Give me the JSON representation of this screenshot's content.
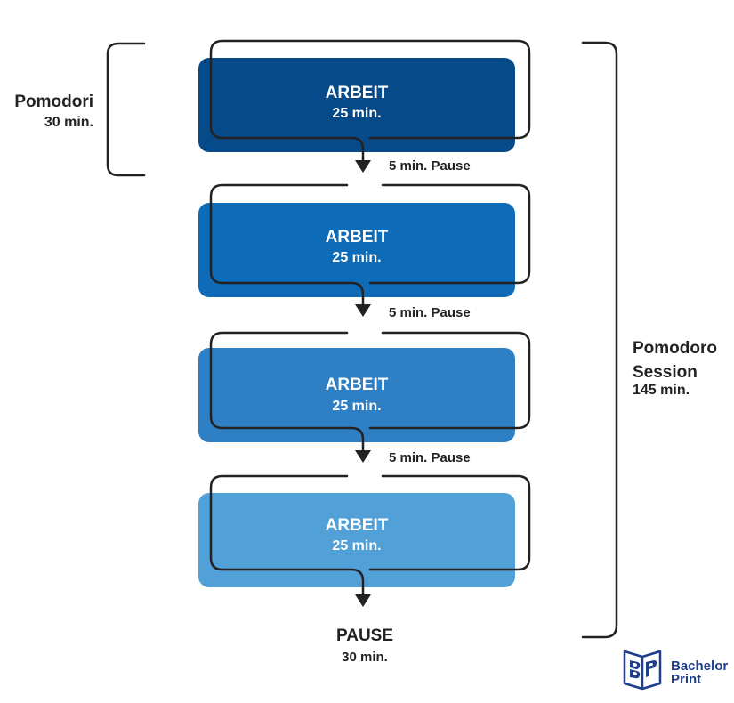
{
  "colors": {
    "box1": "#074a8a",
    "box2": "#0e6bb7",
    "box3": "#2f7fc4",
    "box4": "#52a0d8",
    "line": "#222222",
    "brand": "#1f3f8a"
  },
  "blocks": [
    {
      "label": "ARBEIT",
      "duration": "25 min."
    },
    {
      "label": "ARBEIT",
      "duration": "25 min."
    },
    {
      "label": "ARBEIT",
      "duration": "25 min."
    },
    {
      "label": "ARBEIT",
      "duration": "25 min."
    }
  ],
  "short_breaks": [
    "5 min. Pause",
    "5 min. Pause",
    "5 min. Pause"
  ],
  "final_break": {
    "label": "PAUSE",
    "duration": "30 min."
  },
  "pomodori": {
    "label": "Pomodori",
    "duration": "30 min."
  },
  "session": {
    "label": "Pomodoro Session",
    "duration": "145 min."
  },
  "logo": {
    "line1": "Bachelor",
    "line2": "Print",
    "icon": "bp-book-icon"
  }
}
